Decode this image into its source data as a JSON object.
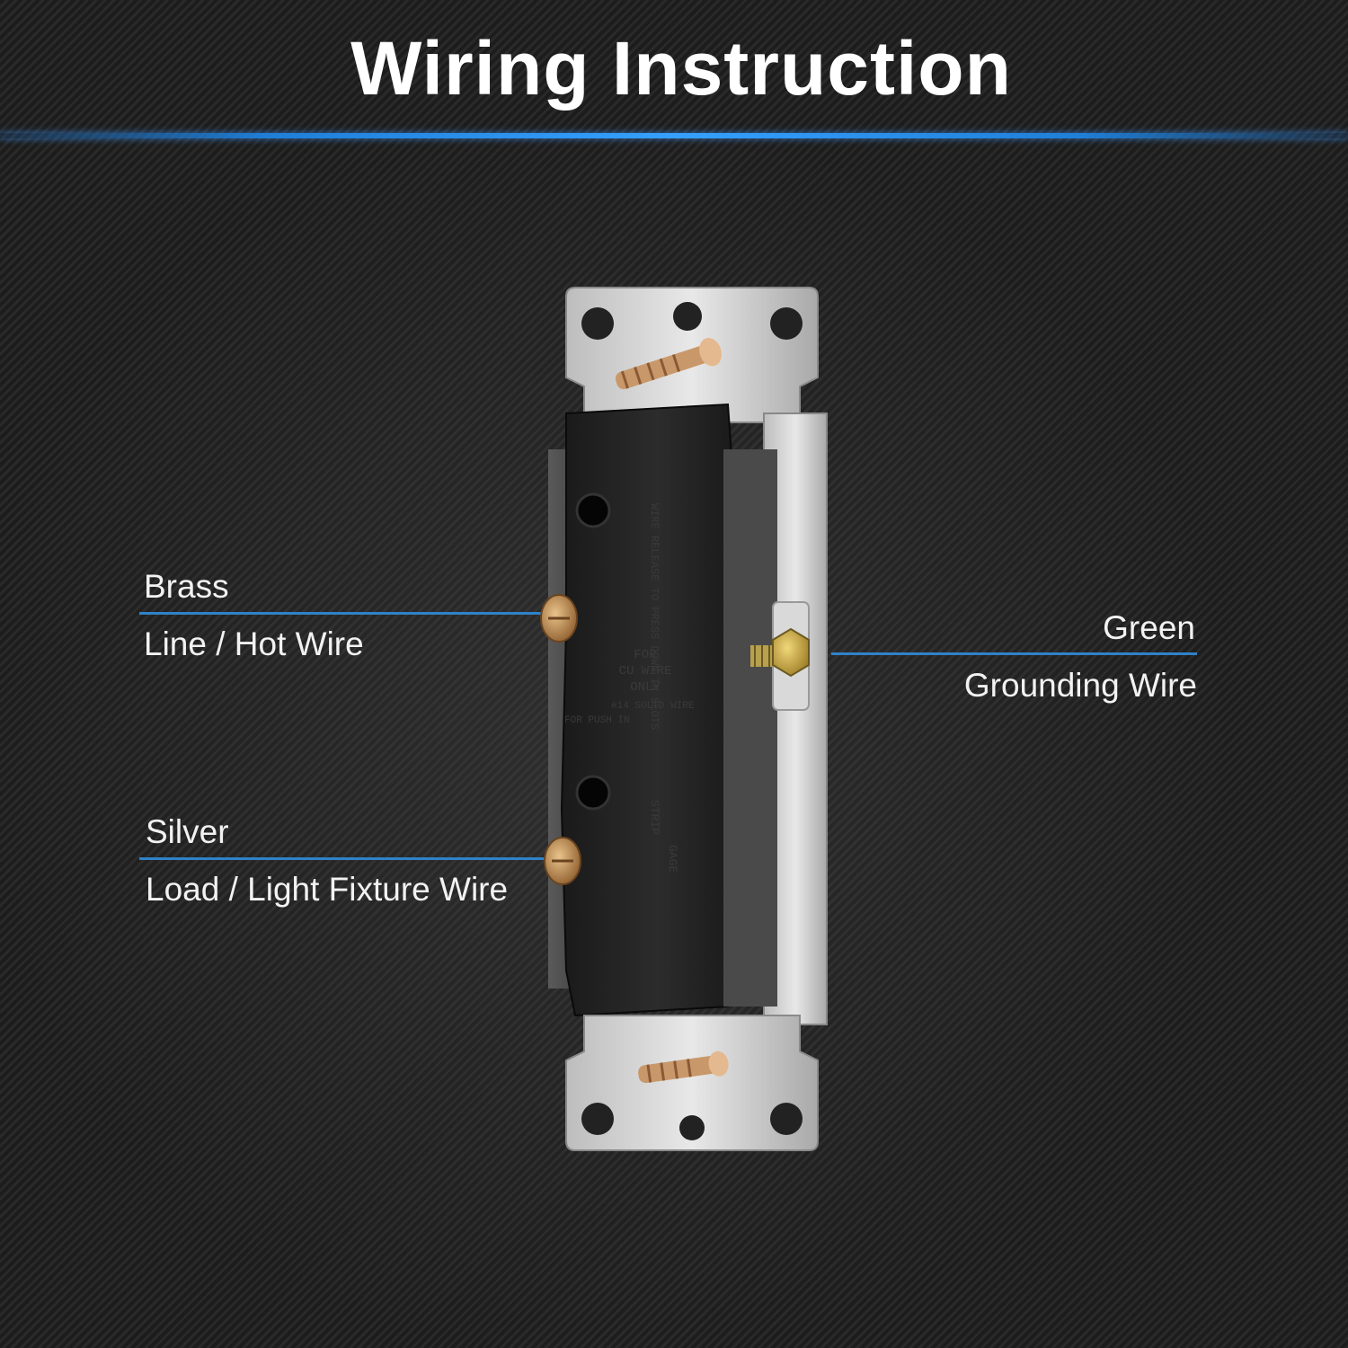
{
  "title": "Wiring Instruction",
  "callouts": {
    "brass": {
      "name": "Brass",
      "desc": "Line / Hot Wire"
    },
    "silver": {
      "name": "Silver",
      "desc": "Load / Light Fixture Wire"
    },
    "green": {
      "name": "Green",
      "desc": "Grounding Wire"
    }
  },
  "switch_markings": {
    "release": "WIRE RELEASE TO PRESS DOWN IN SLOTS",
    "cu_wire": [
      "FOR",
      "CU WIRE",
      "ONLY"
    ],
    "solid": "#14 SOLID WIRE",
    "push_in": "FOR PUSH IN",
    "strip": "STRIP",
    "gage": "GAGE"
  },
  "colors": {
    "accent": "#2f82c9",
    "brass": "#b8894a",
    "silver": "#c8c8c8",
    "green_screw": "#c9a64a"
  }
}
